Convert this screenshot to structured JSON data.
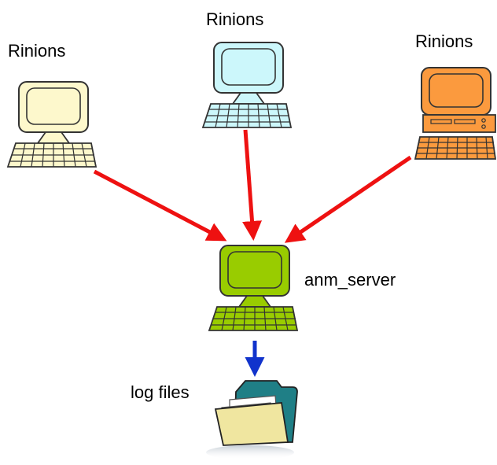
{
  "nodes": {
    "client_left": {
      "label": "Rinions",
      "color": "#fdf8cc"
    },
    "client_mid": {
      "label": "Rinions",
      "color": "#ccf7fb"
    },
    "client_right": {
      "label": "Rinions",
      "color": "#fb9a3e"
    },
    "server": {
      "label": "anm_server",
      "color": "#99cc00"
    },
    "logs": {
      "label": "log files"
    }
  },
  "edge_colors": {
    "client_to_server": "#ee1111",
    "server_to_logs": "#1133cc"
  }
}
